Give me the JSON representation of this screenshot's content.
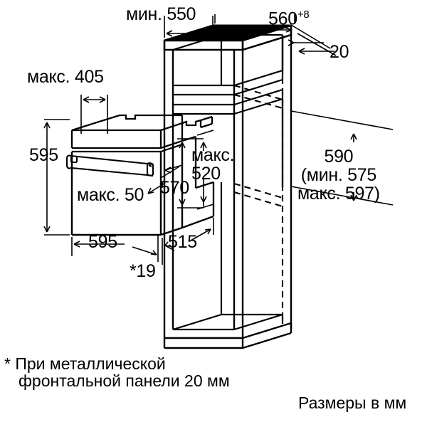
{
  "document": {
    "type": "installation-dimension-drawing",
    "subject": "built-in oven niche installation",
    "units_note": "Размеры в мм",
    "footnote": {
      "marker": "*",
      "line1": "При металлической",
      "line2": "фронтальной панели 20 мм"
    }
  },
  "dimensions": {
    "niche_depth_min": "мин. 550",
    "niche_width": "560",
    "niche_width_tolerance": "+8",
    "front_overhang": "20",
    "door_open_clearance": "макс. 405",
    "oven_height": "595",
    "gap_max": "макс. 50",
    "oven_body_depth": "570",
    "niche_depth_max_label_line1": "макс.",
    "niche_depth_max_label_line2": "520",
    "oven_front_width": "595",
    "oven_body_width": "515",
    "front_panel_note": "*19",
    "niche_height": "590",
    "niche_height_min": "(мин. 575",
    "niche_height_max": "макс. 597)"
  },
  "colors": {
    "stroke": "#000000",
    "background": "#ffffff"
  }
}
